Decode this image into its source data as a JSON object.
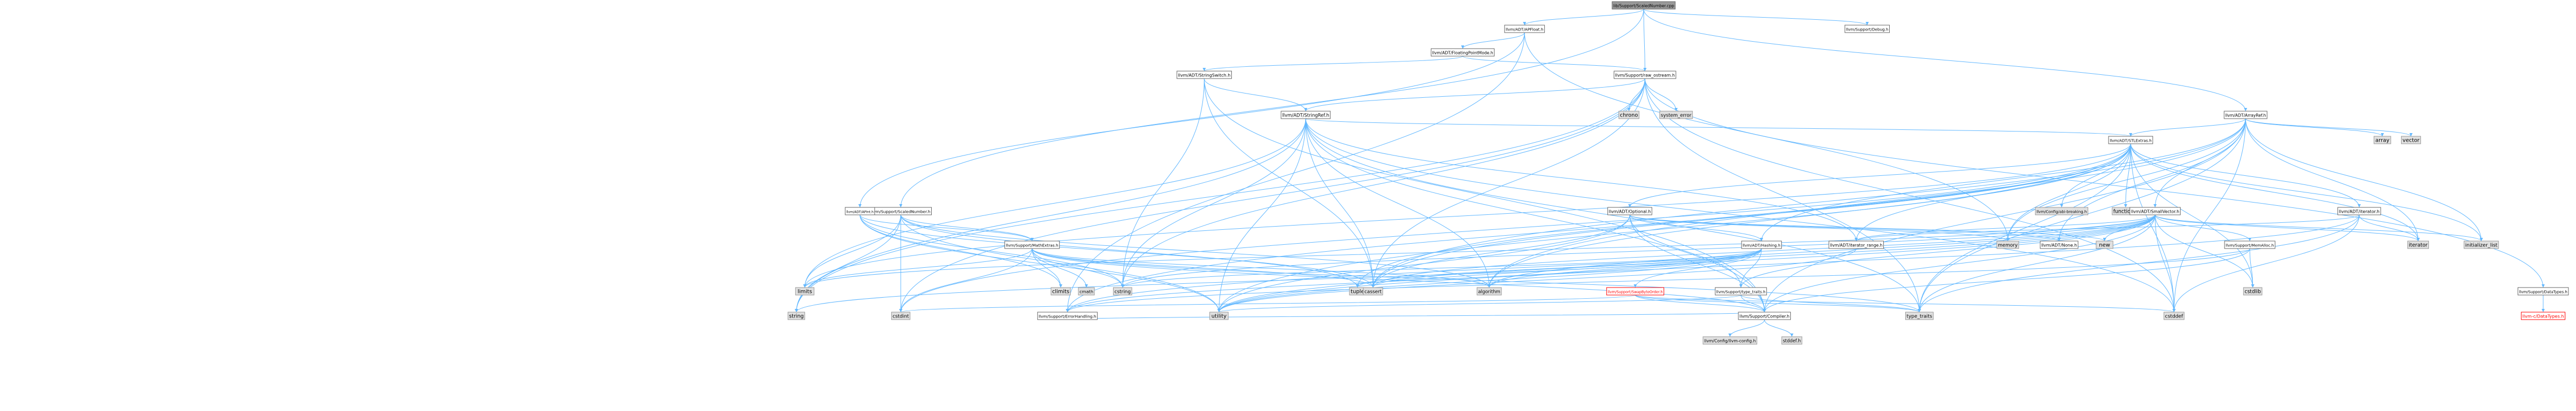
{
  "colors": {
    "edge": "#63b8ff",
    "node_fill": "#ffffff",
    "node_stroke": "#666666",
    "external_fill": "#e0e0e0",
    "root_fill": "#999999",
    "missing_text": "#ff0000"
  },
  "nodes": [
    {
      "id": "root",
      "label": "lib/Support/ScaledNumber.cpp",
      "kind": "root"
    },
    {
      "id": "apfloat",
      "label": "llvm/ADT/APFloat.h",
      "kind": "internal"
    },
    {
      "id": "debug",
      "label": "llvm/Support/Debug.h",
      "kind": "internal"
    },
    {
      "id": "fpmode",
      "label": "llvm/ADT/FloatingPointMode.h",
      "kind": "internal"
    },
    {
      "id": "rawos",
      "label": "llvm/Support/raw_ostream.h",
      "kind": "internal"
    },
    {
      "id": "strswitch",
      "label": "llvm/ADT/StringSwitch.h",
      "kind": "internal"
    },
    {
      "id": "chrono",
      "label": "chrono",
      "kind": "external"
    },
    {
      "id": "syserr",
      "label": "system_error",
      "kind": "external"
    },
    {
      "id": "arrayref",
      "label": "llvm/ADT/ArrayRef.h",
      "kind": "internal"
    },
    {
      "id": "stringref",
      "label": "llvm/ADT/StringRef.h",
      "kind": "internal"
    },
    {
      "id": "array",
      "label": "array",
      "kind": "external"
    },
    {
      "id": "vector",
      "label": "vector",
      "kind": "external"
    },
    {
      "id": "stlextras",
      "label": "llvm/ADT/STLExtras.h",
      "kind": "internal"
    },
    {
      "id": "scaled",
      "label": "llvm/Support/ScaledNumber.h",
      "kind": "internal"
    },
    {
      "id": "apint",
      "label": "llvm/ADT/APInt.h",
      "kind": "internal"
    },
    {
      "id": "optional",
      "label": "llvm/ADT/Optional.h",
      "kind": "internal"
    },
    {
      "id": "abibreak",
      "label": "llvm/Config/abi-breaking.h",
      "kind": "external"
    },
    {
      "id": "functional",
      "label": "functional",
      "kind": "external"
    },
    {
      "id": "smallvec",
      "label": "llvm/ADT/SmallVector.h",
      "kind": "internal"
    },
    {
      "id": "iteratorh",
      "label": "llvm/ADT/iterator.h",
      "kind": "internal"
    },
    {
      "id": "mathextras",
      "label": "llvm/Support/MathExtras.h",
      "kind": "internal"
    },
    {
      "id": "iterrange",
      "label": "llvm/ADT/iterator_range.h",
      "kind": "internal"
    },
    {
      "id": "hashing",
      "label": "llvm/ADT/Hashing.h",
      "kind": "internal"
    },
    {
      "id": "memory",
      "label": "memory",
      "kind": "external"
    },
    {
      "id": "none",
      "label": "llvm/ADT/None.h",
      "kind": "internal"
    },
    {
      "id": "new",
      "label": "new",
      "kind": "external"
    },
    {
      "id": "memalloc",
      "label": "llvm/Support/MemAlloc.h",
      "kind": "internal"
    },
    {
      "id": "iterator",
      "label": "iterator",
      "kind": "external"
    },
    {
      "id": "initlist",
      "label": "initializer_list",
      "kind": "external"
    },
    {
      "id": "datatypes",
      "label": "llvm/Support/DataTypes.h",
      "kind": "internal"
    },
    {
      "id": "cdatatypes",
      "label": "llvm-c/DataTypes.h",
      "kind": "internal",
      "red": true
    },
    {
      "id": "limits",
      "label": "limits",
      "kind": "external"
    },
    {
      "id": "climits",
      "label": "climits",
      "kind": "external"
    },
    {
      "id": "cmath",
      "label": "cmath",
      "kind": "external"
    },
    {
      "id": "cstring",
      "label": "cstring",
      "kind": "external"
    },
    {
      "id": "tuple",
      "label": "tuple",
      "kind": "external"
    },
    {
      "id": "cassert",
      "label": "cassert",
      "kind": "external"
    },
    {
      "id": "algorithm",
      "label": "algorithm",
      "kind": "external"
    },
    {
      "id": "swapbyte",
      "label": "llvm/Support/SwapByteOrder.h",
      "kind": "internal",
      "red": true
    },
    {
      "id": "typetraitsh",
      "label": "llvm/Support/type_traits.h",
      "kind": "internal"
    },
    {
      "id": "cstdlib",
      "label": "cstdlib",
      "kind": "external"
    },
    {
      "id": "errhandling",
      "label": "llvm/Support/ErrorHandling.h",
      "kind": "internal"
    },
    {
      "id": "string",
      "label": "string",
      "kind": "external"
    },
    {
      "id": "cstdint",
      "label": "cstdint",
      "kind": "external"
    },
    {
      "id": "utility",
      "label": "utility",
      "kind": "external"
    },
    {
      "id": "compiler",
      "label": "llvm/Support/Compiler.h",
      "kind": "internal"
    },
    {
      "id": "typetraits",
      "label": "type_traits",
      "kind": "external"
    },
    {
      "id": "cstddef",
      "label": "cstddef",
      "kind": "external"
    },
    {
      "id": "llvmconfig",
      "label": "llvm/Config/llvm-config.h",
      "kind": "external"
    },
    {
      "id": "stddef",
      "label": "stddef.h",
      "kind": "external"
    }
  ],
  "edges": [
    [
      "root",
      "apfloat"
    ],
    [
      "root",
      "debug"
    ],
    [
      "root",
      "rawos"
    ],
    [
      "root",
      "arrayref"
    ],
    [
      "root",
      "scaled"
    ],
    [
      "apfloat",
      "fpmode"
    ],
    [
      "apfloat",
      "apint"
    ],
    [
      "apfloat",
      "errhandling"
    ],
    [
      "apfloat",
      "memory"
    ],
    [
      "fpmode",
      "strswitch"
    ],
    [
      "fpmode",
      "rawos"
    ],
    [
      "rawos",
      "stringref"
    ],
    [
      "rawos",
      "datatypes"
    ],
    [
      "rawos",
      "cassert"
    ],
    [
      "rawos",
      "chrono"
    ],
    [
      "rawos",
      "cstddef"
    ],
    [
      "rawos",
      "cstdint"
    ],
    [
      "rawos",
      "cstring"
    ],
    [
      "rawos",
      "string"
    ],
    [
      "rawos",
      "syserr"
    ],
    [
      "rawos",
      "typetraits"
    ],
    [
      "strswitch",
      "stringref"
    ],
    [
      "strswitch",
      "compiler"
    ],
    [
      "strswitch",
      "cassert"
    ],
    [
      "strswitch",
      "cstring"
    ],
    [
      "arrayref",
      "hashing"
    ],
    [
      "arrayref",
      "none"
    ],
    [
      "arrayref",
      "smallvec"
    ],
    [
      "arrayref",
      "stlextras"
    ],
    [
      "arrayref",
      "compiler"
    ],
    [
      "arrayref",
      "algorithm"
    ],
    [
      "arrayref",
      "array"
    ],
    [
      "arrayref",
      "cassert"
    ],
    [
      "arrayref",
      "cstddef"
    ],
    [
      "arrayref",
      "initlist"
    ],
    [
      "arrayref",
      "iterator"
    ],
    [
      "arrayref",
      "memory"
    ],
    [
      "arrayref",
      "typetraits"
    ],
    [
      "arrayref",
      "vector"
    ],
    [
      "stringref",
      "stlextras"
    ],
    [
      "stringref",
      "iterrange"
    ],
    [
      "stringref",
      "compiler"
    ],
    [
      "stringref",
      "algorithm"
    ],
    [
      "stringref",
      "cassert"
    ],
    [
      "stringref",
      "cstddef"
    ],
    [
      "stringref",
      "cstring"
    ],
    [
      "stringref",
      "limits"
    ],
    [
      "stringref",
      "string"
    ],
    [
      "stringref",
      "typetraits"
    ],
    [
      "stringref",
      "utility"
    ],
    [
      "stlextras",
      "optional"
    ],
    [
      "stlextras",
      "iteratorh"
    ],
    [
      "stlextras",
      "iterrange"
    ],
    [
      "stlextras",
      "abibreak"
    ],
    [
      "stlextras",
      "errhandling"
    ],
    [
      "stlextras",
      "algorithm"
    ],
    [
      "stlextras",
      "cassert"
    ],
    [
      "stlextras",
      "cstddef"
    ],
    [
      "stlextras",
      "cstdint"
    ],
    [
      "stlextras",
      "cstdlib"
    ],
    [
      "stlextras",
      "functional"
    ],
    [
      "stlextras",
      "initlist"
    ],
    [
      "stlextras",
      "iterator"
    ],
    [
      "stlextras",
      "limits"
    ],
    [
      "stlextras",
      "memory"
    ],
    [
      "stlextras",
      "tuple"
    ],
    [
      "stlextras",
      "typetraits"
    ],
    [
      "stlextras",
      "utility"
    ],
    [
      "scaled",
      "mathextras"
    ],
    [
      "scaled",
      "algorithm"
    ],
    [
      "scaled",
      "cstdint"
    ],
    [
      "scaled",
      "limits"
    ],
    [
      "scaled",
      "string"
    ],
    [
      "scaled",
      "tuple"
    ],
    [
      "scaled",
      "utility"
    ],
    [
      "apint",
      "mathextras"
    ],
    [
      "apint",
      "cassert"
    ],
    [
      "apint",
      "climits"
    ],
    [
      "apint",
      "cstring"
    ],
    [
      "apint",
      "utility"
    ],
    [
      "optional",
      "hashing"
    ],
    [
      "optional",
      "none"
    ],
    [
      "optional",
      "compiler"
    ],
    [
      "optional",
      "typetraitsh"
    ],
    [
      "optional",
      "cassert"
    ],
    [
      "optional",
      "memory"
    ],
    [
      "optional",
      "new"
    ],
    [
      "optional",
      "utility"
    ],
    [
      "smallvec",
      "compiler"
    ],
    [
      "smallvec",
      "errhandling"
    ],
    [
      "smallvec",
      "memalloc"
    ],
    [
      "smallvec",
      "typetraitsh"
    ],
    [
      "smallvec",
      "algorithm"
    ],
    [
      "smallvec",
      "cassert"
    ],
    [
      "smallvec",
      "cstddef"
    ],
    [
      "smallvec",
      "cstdlib"
    ],
    [
      "smallvec",
      "cstring"
    ],
    [
      "smallvec",
      "functional"
    ],
    [
      "smallvec",
      "initlist"
    ],
    [
      "smallvec",
      "iterator"
    ],
    [
      "smallvec",
      "limits"
    ],
    [
      "smallvec",
      "memory"
    ],
    [
      "smallvec",
      "new"
    ],
    [
      "smallvec",
      "typetraits"
    ],
    [
      "smallvec",
      "utility"
    ],
    [
      "smallvec",
      "iterrange"
    ],
    [
      "iteratorh",
      "iterrange"
    ],
    [
      "iteratorh",
      "cstddef"
    ],
    [
      "iteratorh",
      "iterator"
    ],
    [
      "iteratorh",
      "typetraits"
    ],
    [
      "iteratorh",
      "utility"
    ],
    [
      "mathextras",
      "compiler"
    ],
    [
      "mathextras",
      "algorithm"
    ],
    [
      "mathextras",
      "cassert"
    ],
    [
      "mathextras",
      "climits"
    ],
    [
      "mathextras",
      "cmath"
    ],
    [
      "mathextras",
      "cstdint"
    ],
    [
      "mathextras",
      "cstring"
    ],
    [
      "mathextras",
      "limits"
    ],
    [
      "mathextras",
      "typetraits"
    ],
    [
      "iterrange",
      "utility"
    ],
    [
      "hashing",
      "errhandling"
    ],
    [
      "hashing",
      "swapbyte"
    ],
    [
      "hashing",
      "typetraitsh"
    ],
    [
      "hashing",
      "algorithm"
    ],
    [
      "hashing",
      "cassert"
    ],
    [
      "hashing",
      "cstring"
    ],
    [
      "hashing",
      "string"
    ],
    [
      "hashing",
      "tuple"
    ],
    [
      "hashing",
      "utility"
    ],
    [
      "memalloc",
      "compiler"
    ],
    [
      "memalloc",
      "errhandling"
    ],
    [
      "memalloc",
      "cstdlib"
    ],
    [
      "datatypes",
      "cdatatypes"
    ],
    [
      "swapbyte",
      "compiler"
    ],
    [
      "swapbyte",
      "cstddef"
    ],
    [
      "swapbyte",
      "cstdint"
    ],
    [
      "swapbyte",
      "typetraits"
    ],
    [
      "typetraitsh",
      "compiler"
    ],
    [
      "typetraitsh",
      "typetraits"
    ],
    [
      "typetraitsh",
      "utility"
    ],
    [
      "errhandling",
      "compiler"
    ],
    [
      "compiler",
      "llvmconfig"
    ],
    [
      "compiler",
      "stddef"
    ]
  ]
}
